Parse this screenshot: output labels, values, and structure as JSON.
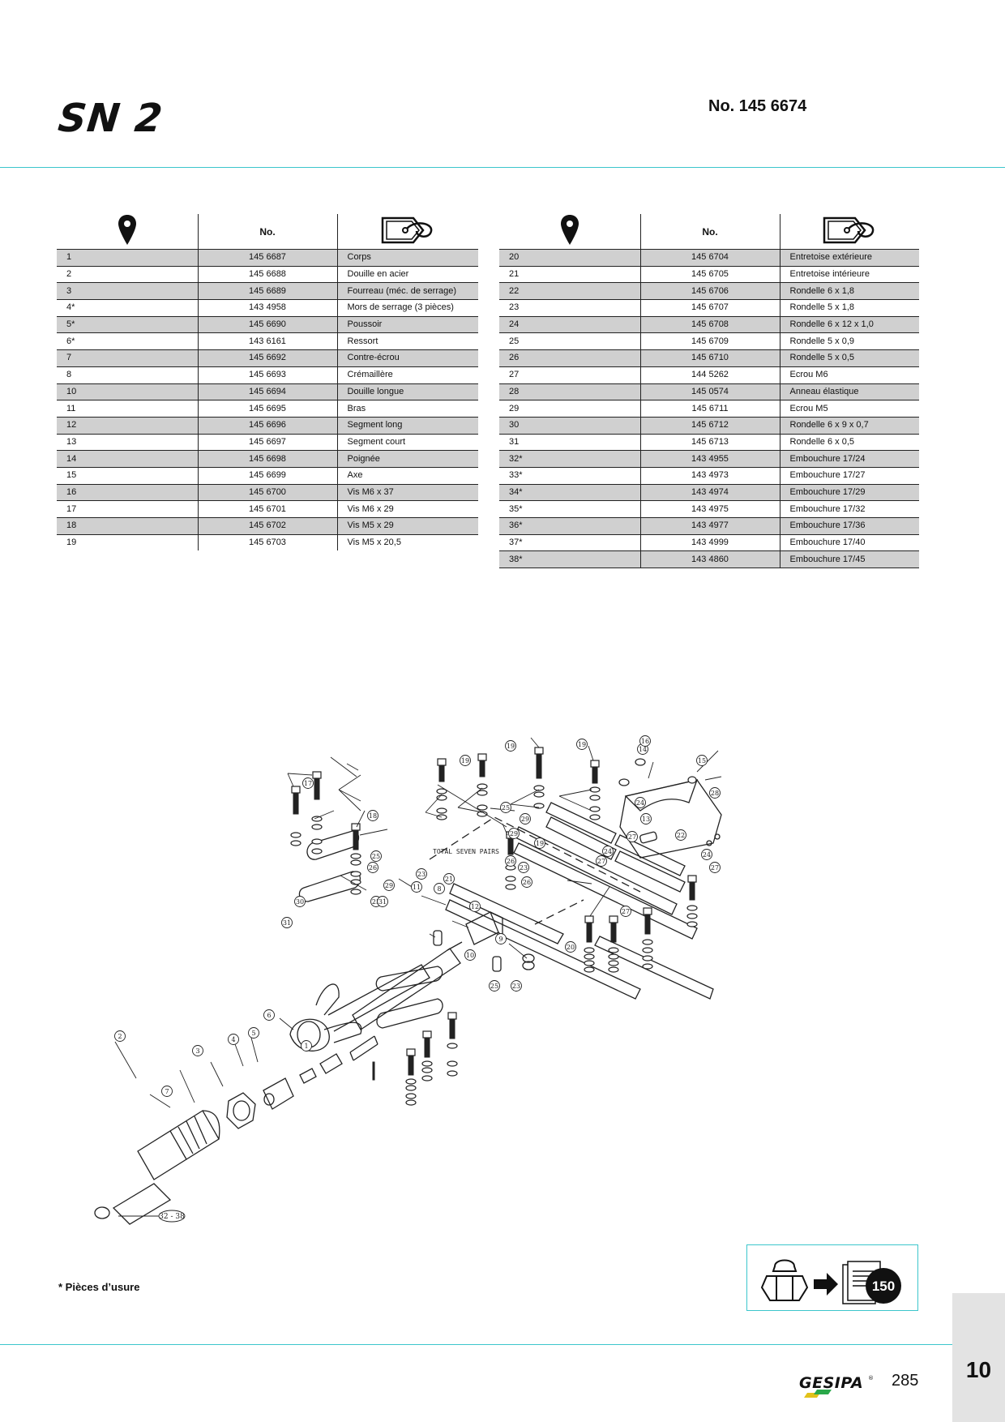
{
  "header": {
    "title": "SN 2",
    "part_number": "No. 145 6674"
  },
  "table": {
    "col_number_header": "No.",
    "icons": {
      "position": "location-pin-icon",
      "description": "tag-icon"
    },
    "left_rows": [
      {
        "pos": "1",
        "no": "145 6687",
        "desc": "Corps"
      },
      {
        "pos": "2",
        "no": "145 6688",
        "desc": "Douille en acier"
      },
      {
        "pos": "3",
        "no": "145 6689",
        "desc": "Fourreau (méc. de serrage)"
      },
      {
        "pos": "4*",
        "no": "143 4958",
        "desc": "Mors de serrage (3 pièces)"
      },
      {
        "pos": "5*",
        "no": "145 6690",
        "desc": "Poussoir"
      },
      {
        "pos": "6*",
        "no": "143 6161",
        "desc": "Ressort"
      },
      {
        "pos": "7",
        "no": "145 6692",
        "desc": "Contre-écrou"
      },
      {
        "pos": "8",
        "no": "145 6693",
        "desc": "Crémaillère"
      },
      {
        "pos": "10",
        "no": "145 6694",
        "desc": "Douille longue"
      },
      {
        "pos": "11",
        "no": "145 6695",
        "desc": "Bras"
      },
      {
        "pos": "12",
        "no": "145 6696",
        "desc": "Segment long"
      },
      {
        "pos": "13",
        "no": "145 6697",
        "desc": "Segment court"
      },
      {
        "pos": "14",
        "no": "145 6698",
        "desc": "Poignée"
      },
      {
        "pos": "15",
        "no": "145 6699",
        "desc": "Axe"
      },
      {
        "pos": "16",
        "no": "145 6700",
        "desc": "Vis M6 x 37"
      },
      {
        "pos": "17",
        "no": "145 6701",
        "desc": "Vis M6 x 29"
      },
      {
        "pos": "18",
        "no": "145 6702",
        "desc": "Vis M5 x 29"
      },
      {
        "pos": "19",
        "no": "145 6703",
        "desc": "Vis M5 x 20,5"
      }
    ],
    "right_rows": [
      {
        "pos": "20",
        "no": "145 6704",
        "desc": "Entretoise extérieure"
      },
      {
        "pos": "21",
        "no": "145 6705",
        "desc": "Entretoise intérieure"
      },
      {
        "pos": "22",
        "no": "145 6706",
        "desc": "Rondelle 6 x 1,8"
      },
      {
        "pos": "23",
        "no": "145 6707",
        "desc": "Rondelle 5 x 1,8"
      },
      {
        "pos": "24",
        "no": "145 6708",
        "desc": "Rondelle 6 x 12 x 1,0"
      },
      {
        "pos": "25",
        "no": "145 6709",
        "desc": "Rondelle 5 x 0,9"
      },
      {
        "pos": "26",
        "no": "145 6710",
        "desc": "Rondelle 5 x 0,5"
      },
      {
        "pos": "27",
        "no": "144 5262",
        "desc": "Ecrou M6"
      },
      {
        "pos": "28",
        "no": "145 0574",
        "desc": "Anneau élastique"
      },
      {
        "pos": "29",
        "no": "145 6711",
        "desc": "Ecrou M5"
      },
      {
        "pos": "30",
        "no": "145 6712",
        "desc": "Rondelle 6 x 9 x 0,7"
      },
      {
        "pos": "31",
        "no": "145 6713",
        "desc": "Rondelle 6 x 0,5"
      },
      {
        "pos": "32*",
        "no": "143 4955",
        "desc": "Embouchure 17/24"
      },
      {
        "pos": "33*",
        "no": "143 4973",
        "desc": "Embouchure 17/27"
      },
      {
        "pos": "34*",
        "no": "143 4974",
        "desc": "Embouchure 17/29"
      },
      {
        "pos": "35*",
        "no": "143 4975",
        "desc": "Embouchure 17/32"
      },
      {
        "pos": "36*",
        "no": "143 4977",
        "desc": "Embouchure 17/36"
      },
      {
        "pos": "37*",
        "no": "143 4999",
        "desc": "Embouchure 17/40"
      },
      {
        "pos": "38*",
        "no": "143 4860",
        "desc": "Embouchure 17/45"
      }
    ]
  },
  "diagram": {
    "labels": [
      "1",
      "2",
      "3",
      "4",
      "5",
      "6",
      "7",
      "8",
      "9",
      "10",
      "11",
      "12",
      "13",
      "14",
      "15",
      "16",
      "17",
      "18",
      "19",
      "20",
      "21",
      "22",
      "23",
      "24",
      "25",
      "26",
      "27",
      "28",
      "29",
      "30",
      "31"
    ],
    "range_label": "32 - 38",
    "annotation": "TOTAL SEVEN PAIRS"
  },
  "footer": {
    "wear_note": "* Pièces d’usure",
    "reference_page": "150",
    "brand": "GESIPA",
    "brand_mark": "®",
    "page_number": "285",
    "chapter_tab": "10"
  },
  "colors": {
    "accent": "#3cc6cc",
    "row_shade": "#d0d0d0",
    "brand_yellow": "#e2c21a",
    "brand_green": "#2aa84a"
  }
}
